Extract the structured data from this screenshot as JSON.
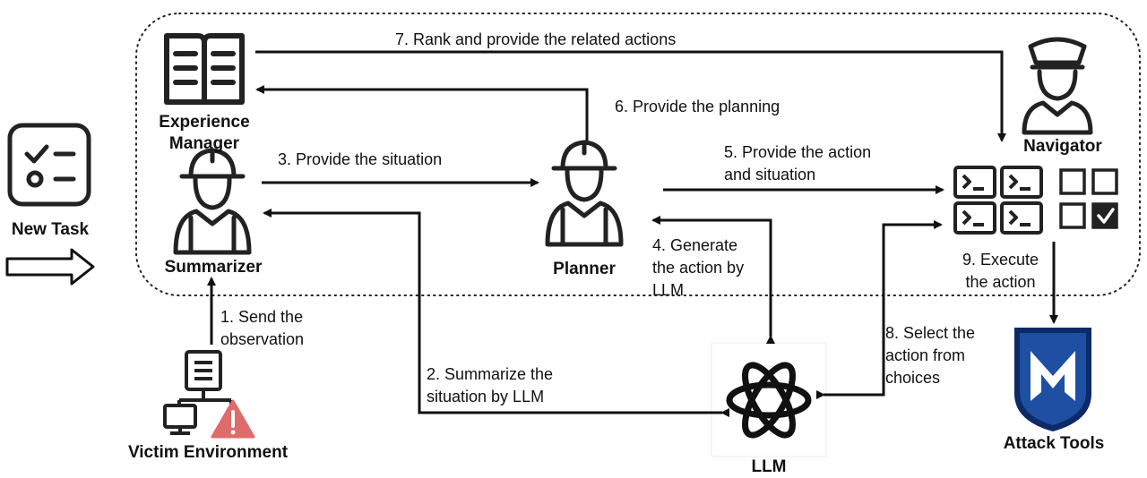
{
  "nodes": {
    "new_task": {
      "label": "New Task"
    },
    "experience_manager": {
      "label": "Experience\nManager",
      "icon": "book-icon"
    },
    "summarizer": {
      "label": "Summarizer",
      "icon": "worker-icon"
    },
    "planner": {
      "label": "Planner",
      "icon": "worker-icon"
    },
    "navigator": {
      "label": "Navigator",
      "icon": "officer-icon"
    },
    "victim_environment": {
      "label": "Victim Environment",
      "icon": "network-warning-icon"
    },
    "attack_tools": {
      "label": "Attack Tools",
      "icon": "metasploit-shield-icon"
    },
    "llm": {
      "label": "LLM",
      "icon": "openai-logo-icon"
    }
  },
  "steps": {
    "s1": "1. Send the\nobservation",
    "s2": "2. Summarize the\nsituation by LLM",
    "s3": "3. Provide the situation",
    "s4": "4. Generate\nthe action by\nLLM",
    "s5": "5. Provide the action\nand situation",
    "s6": "6. Provide the planning",
    "s7": "7. Rank and provide the related actions",
    "s8": "8. Select the\naction from\nchoices",
    "s9": "9. Execute\nthe action"
  },
  "colors": {
    "stroke": "#111111",
    "warning": "#e06b6b",
    "shield_blue": "#1f4fa3",
    "shield_dark": "#0d2a66"
  }
}
